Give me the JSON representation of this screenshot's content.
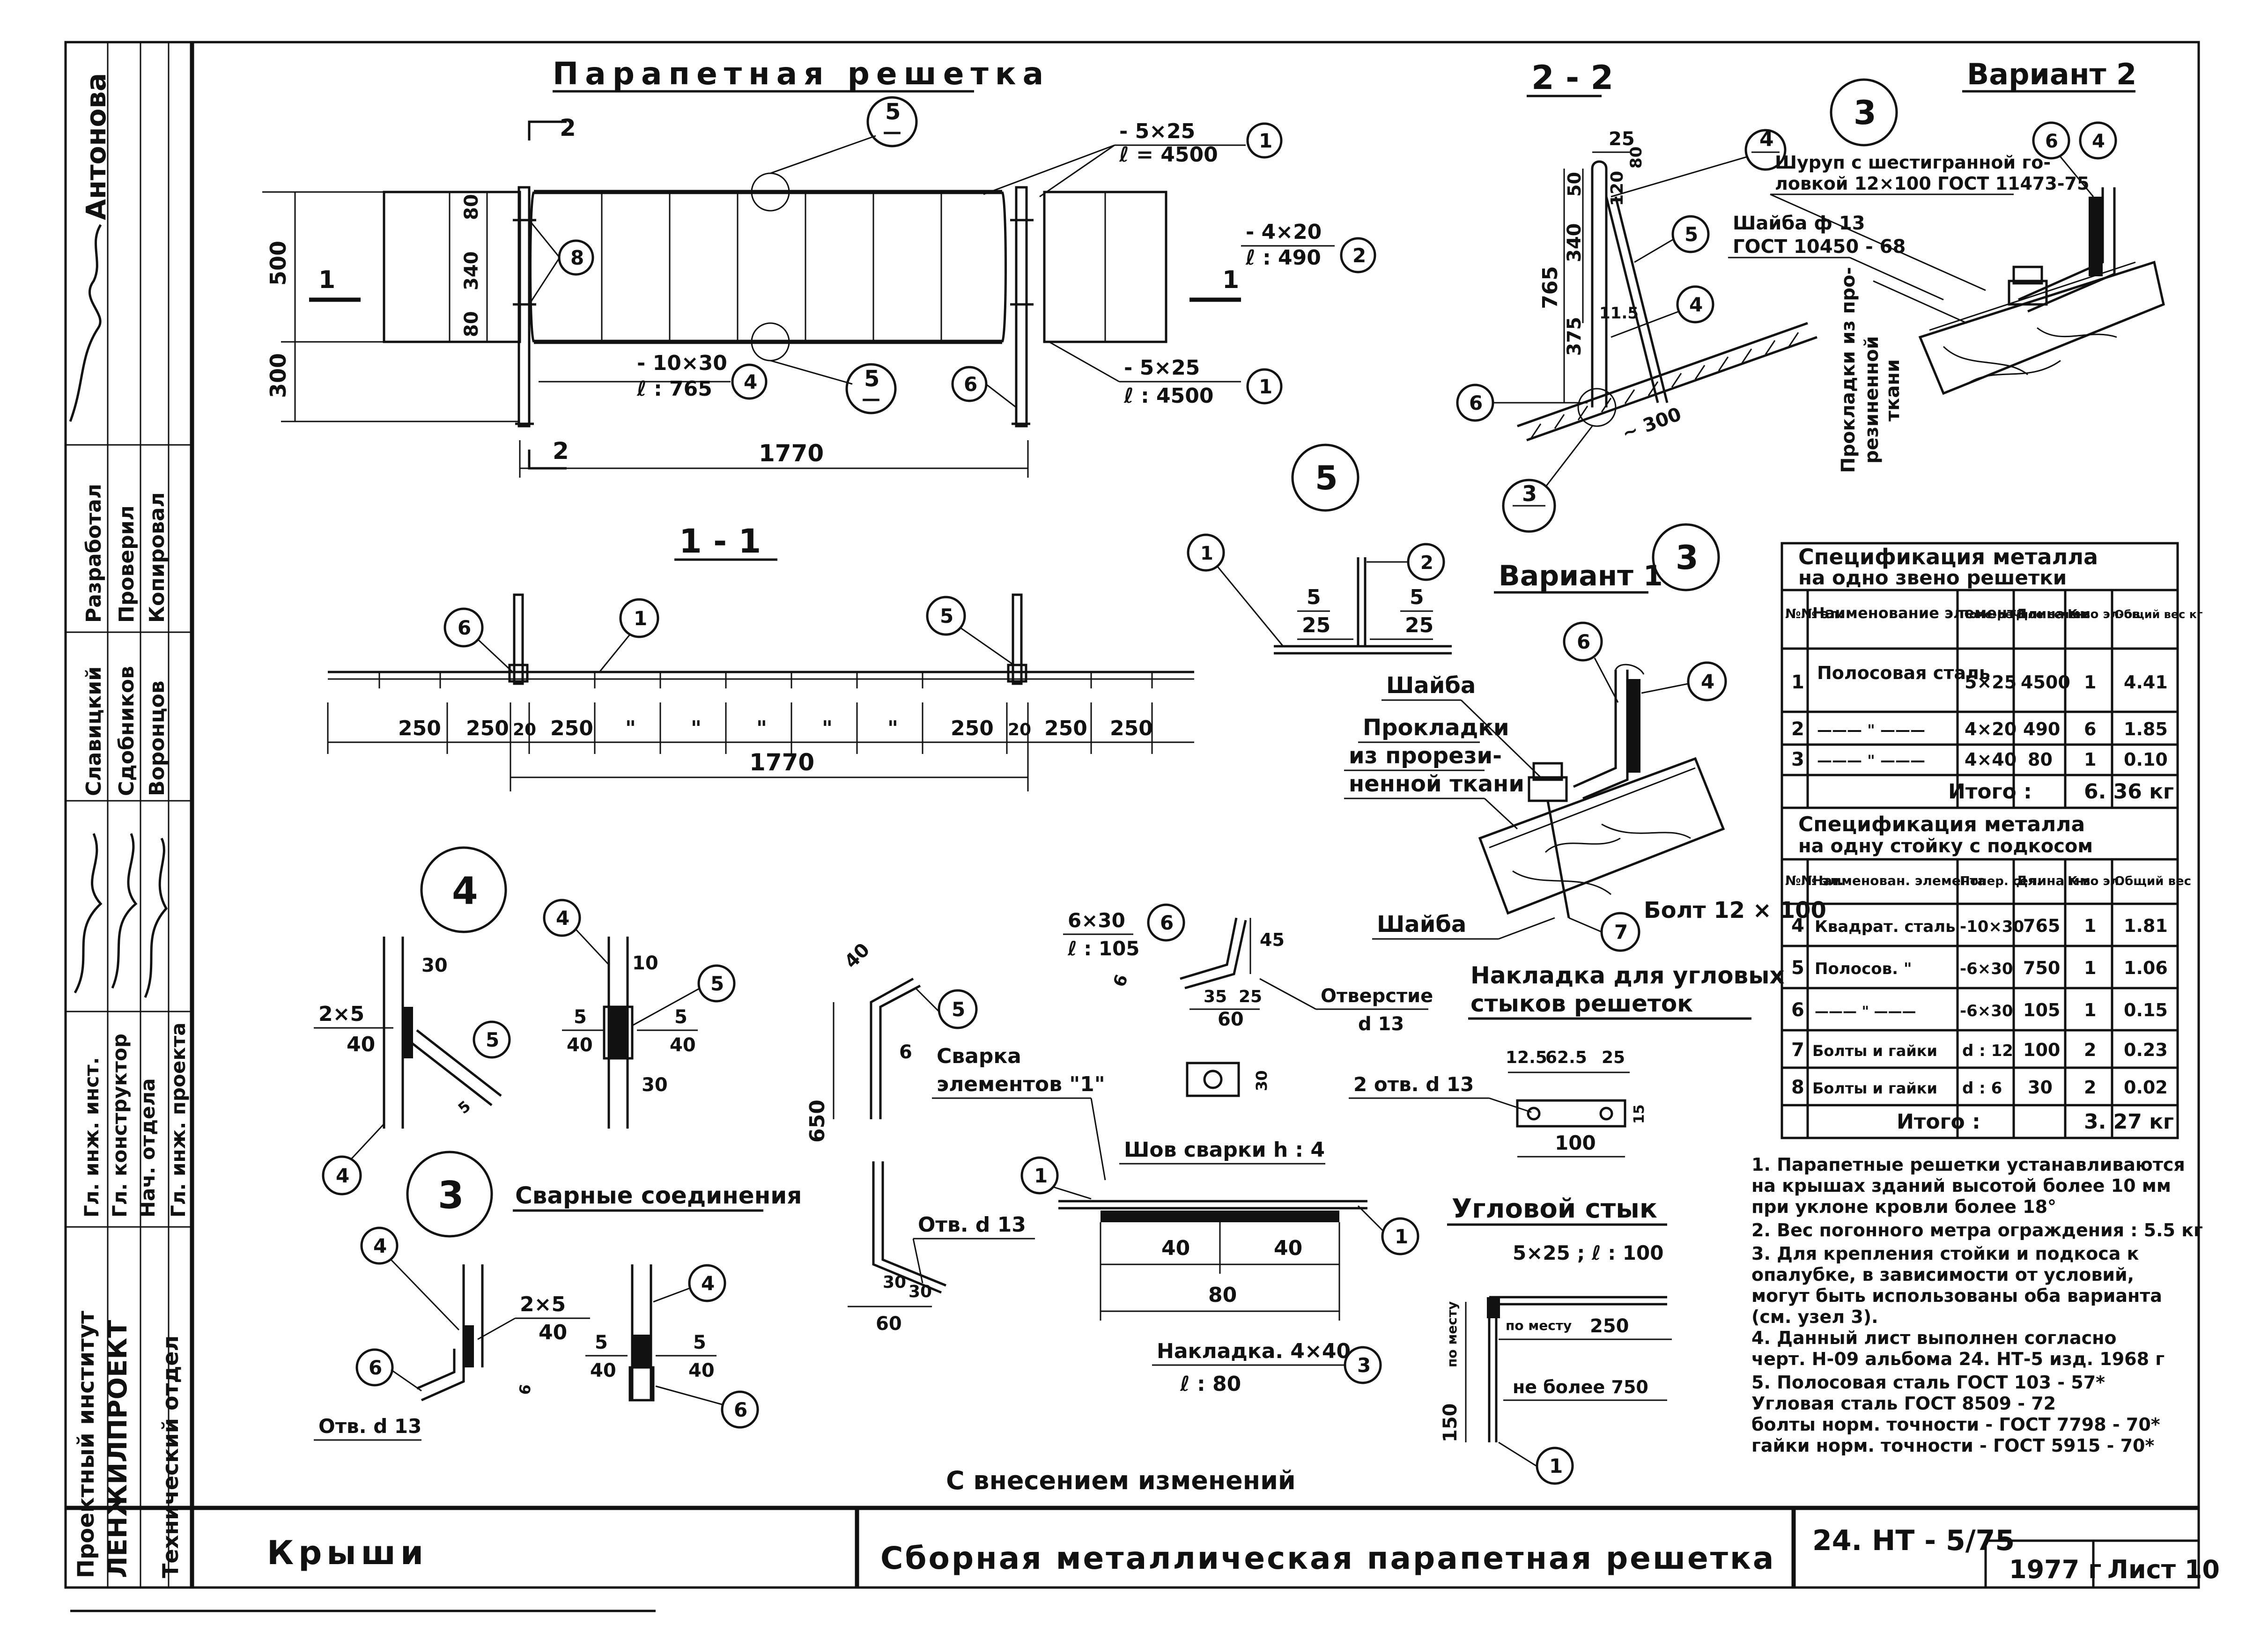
{
  "stamp": {
    "org_line1": "Проектный институт",
    "org_line2": "ЛЕНЖИЛПРОЕКТ",
    "dept": "Технический отдел",
    "roles": [
      "Гл. инж. инст.",
      "Гл. конструктор",
      "Нач. отдела",
      "Гл. инж. проекта"
    ],
    "roles_b": [
      "Разработал",
      "Проверил",
      "Копировал"
    ],
    "names_b": [
      "Славицкий",
      "Сдобников",
      "Воронцов"
    ],
    "name_top": "Антонова"
  },
  "titles": {
    "main_view": "Парапетная решетка",
    "section_11": "1 - 1",
    "section_22": "2 - 2",
    "variant2": "Вариант 2",
    "variant1": "Вариант 1",
    "welds": "Сварные соединения",
    "corner": "Угловой стык",
    "overlay": "Накладка для угловых",
    "overlay2": "стыков решеток"
  },
  "main": {
    "d_500": "500",
    "d_300": "300",
    "d_1770": "1770",
    "d_80a": "80",
    "d_340": "340",
    "d_80b": "80",
    "m1_a": "- 5×25",
    "m1_b": "ℓ = 4500",
    "m2_a": "- 4×20",
    "m2_b": "ℓ : 490",
    "m4_a": "- 10×30",
    "m4_b": "ℓ : 765",
    "m1c_a": "- 5×25",
    "m1c_b": "ℓ : 4500",
    "sec_2": "2",
    "sec_1": "1",
    "c5": "5",
    "c5dash": "—"
  },
  "sec11": {
    "dims": [
      "250",
      "250",
      "20",
      "250",
      "\"",
      "\"",
      "\"",
      "\"",
      "\"",
      "250",
      "20",
      "250",
      "250"
    ],
    "total": "1770"
  },
  "sec22": {
    "d25": "25",
    "d80": "80",
    "d50": "50",
    "d120": "120",
    "d340": "340",
    "d765": "765",
    "d375": "375",
    "d115": "11.5",
    "d300": "~ 300"
  },
  "variant2": {
    "screw_1": "Шуруп с шестигранной го-",
    "screw_2": "ловкой 12×100 ГОСТ 11473-75",
    "washer_1": "Шайба ф 13",
    "washer_2": "ГОСТ 10450 - 68",
    "pad_1": "Прокладки из про-",
    "pad_2": "резиненной",
    "pad_3": "ткани"
  },
  "variant1": {
    "washer": "Шайба",
    "pad_1": "Прокладки",
    "pad_2": "из прорези-",
    "pad_3": "ненной ткани",
    "washer2": "Шайба",
    "bolt": "Болт 12 × 100"
  },
  "node5": {
    "v1": "5",
    "v2": "25",
    "v3": "5",
    "v4": "25"
  },
  "node4": {
    "a": "2×5",
    "b": "40",
    "c": "30",
    "d": "10",
    "e": "5",
    "f": "40",
    "g": "5",
    "h": "40",
    "k": "30"
  },
  "node3": {
    "a": "2×5",
    "b": "40",
    "c": "5",
    "d": "40",
    "e": "5",
    "f": "40",
    "g": "6",
    "hole": "Отв. d 13"
  },
  "parts": {
    "d40": "40",
    "d650": "650",
    "d6": "6",
    "weld_1": "Сварка",
    "weld_2": "элементов \"1\"",
    "hole": "Отв. d 13",
    "d30a": "30",
    "d30b": "30",
    "d60": "60",
    "p6_a": "6×30",
    "p6_b": "ℓ : 105",
    "d45": "45",
    "d35": "35",
    "d25": "25",
    "d60b": "60",
    "hole2_1": "Отверстие",
    "hole2_2": "d 13",
    "seam": "Шов сварки h : 4",
    "d40c": "40",
    "d40d": "40",
    "d80": "80",
    "lap_a": "Накладка. 4×40",
    "lap_b": "ℓ : 80",
    "d30c": "30"
  },
  "overlay": {
    "hole": "2 отв. d 13",
    "d125": "12.5",
    "d625": "62.5",
    "d25": "25",
    "d100": "100",
    "d15": "15"
  },
  "corner": {
    "spec": "5×25 ; ℓ : 100",
    "v1": "по месту",
    "v2": "250",
    "v3": "не более 750",
    "v4": "150",
    "v5": "по месту"
  },
  "spec1": {
    "title1": "Спецификация  металла",
    "title2": "на одно звено  решетки",
    "headers": [
      "№№ эл.",
      "Наименование элемента",
      "Попе-речное сечен.",
      "Длина мм",
      "К-во эл-ов",
      "Общий вес кг"
    ],
    "rows": [
      [
        "1",
        "Полосовая сталь",
        "5×25",
        "4500",
        "1",
        "4.41"
      ],
      [
        "2",
        "——— \" ———",
        "4×20",
        "490",
        "6",
        "1.85"
      ],
      [
        "3",
        "——— \" ———",
        "4×40",
        "80",
        "1",
        "0.10"
      ]
    ],
    "total_label": "Итого :",
    "total_value": "6. 36 кг"
  },
  "spec2": {
    "title1": "Спецификация      металла",
    "title2": "на одну стойку с подкосом",
    "headers": [
      "№№ эл.",
      "Наименован. элемента",
      "Попер. сеч.",
      "Длина мм",
      "К-во эл.",
      "Общий вес"
    ],
    "rows": [
      [
        "4",
        "Квадрат. сталь",
        "-10×30",
        "765",
        "1",
        "1.81"
      ],
      [
        "5",
        "Полосов. \"",
        "-6×30",
        "750",
        "1",
        "1.06"
      ],
      [
        "6",
        "——— \" ———",
        "-6×30",
        "105",
        "1",
        "0.15"
      ],
      [
        "7",
        "Болты и гайки",
        "d : 12",
        "100",
        "2",
        "0.23"
      ],
      [
        "8",
        "Болты и гайки",
        "d : 6",
        "30",
        "2",
        "0.02"
      ]
    ],
    "total_label": "Итого :",
    "total_value": "3. 27 кг"
  },
  "notes": [
    "1. Парапетные решетки устанавливаются",
    "   на крышах зданий высотой более 10 мм",
    "   при уклоне кровли более 18°",
    "2. Вес погонного метра ограждения : 5.5 кг",
    "3. Для крепления стойки и подкоса к",
    "   опалубке, в зависимости от условий,",
    "   могут быть использованы оба варианта",
    "   (см. узел 3).",
    "4. Данный лист выполнен согласно",
    "   черт. Н-09 альбома 24. НТ-5 изд. 1968 г",
    "5. Полосовая сталь  ГОСТ  103 - 57*",
    "   Угловая сталь  ГОСТ 8509 - 72",
    "   болты норм. точности - ГОСТ 7798 - 70*",
    "   гайки норм. точности - ГОСТ 5915 - 70*"
  ],
  "changes": "С внесением   изменений",
  "titleblock": {
    "section": "Крыши",
    "title": "Сборная  металлическая  парапетная  решетка",
    "code": "24. НТ - 5/75",
    "year": "1977 г",
    "sheet": "Лист 10"
  }
}
